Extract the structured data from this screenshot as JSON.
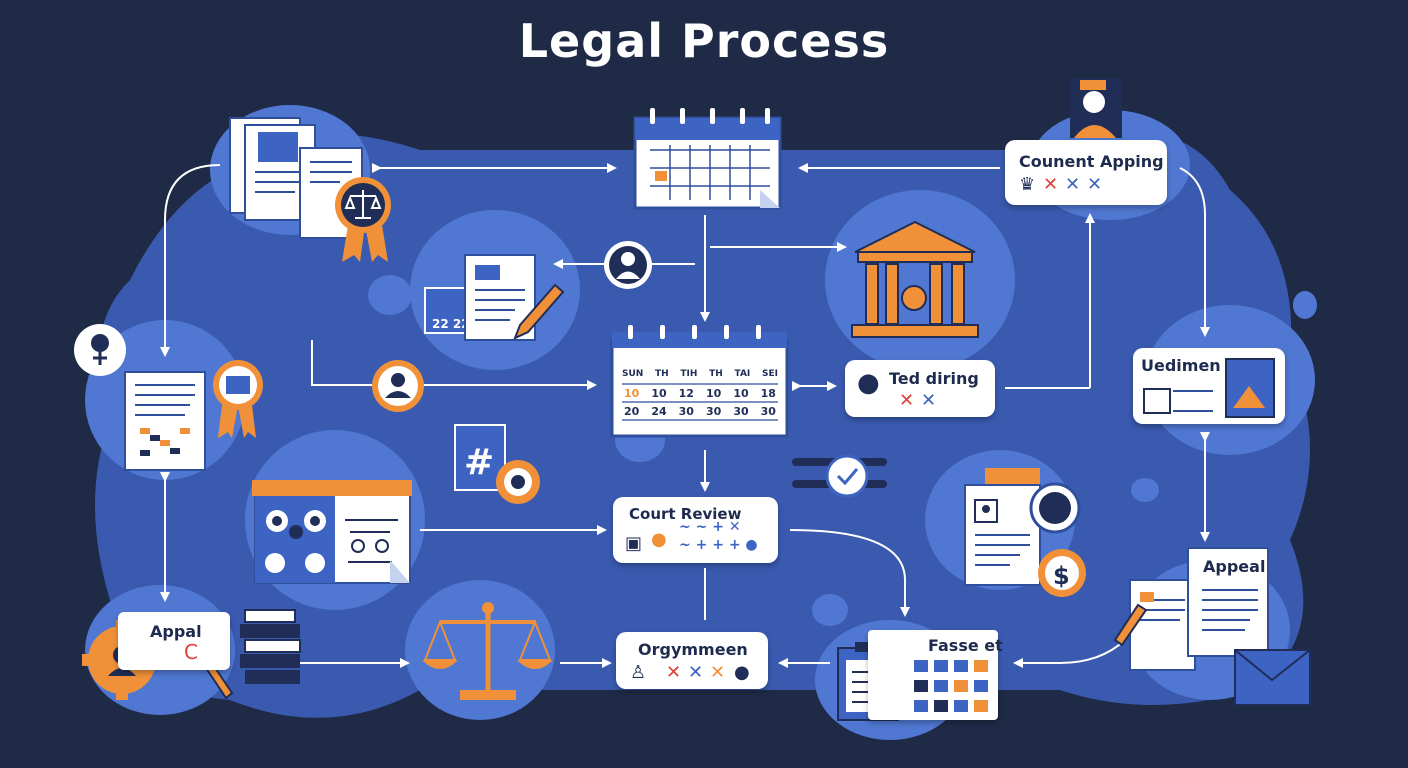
{
  "title": "Legal Process",
  "colors": {
    "background": "#1f2a47",
    "panel": "#3a5ab0",
    "blob": "#5078d2",
    "orange": "#f0913a",
    "navy": "#1f2d57",
    "red": "#e0413a"
  },
  "nodes": {
    "counent_apping": {
      "label": "Counent Apping"
    },
    "ted_diring": {
      "label": "Ted diring"
    },
    "uedimen": {
      "label": "Uedimen"
    },
    "court_review": {
      "label": "Court Review"
    },
    "orgymmeen": {
      "label": "Orgymmeen"
    },
    "fasse_et": {
      "label": "Fasse et"
    },
    "appeal": {
      "label": "Appeal"
    },
    "appal": {
      "label": "Appal",
      "mark": "C"
    }
  },
  "calendar": {
    "days": [
      "SUN",
      "TH",
      "TIH",
      "TH",
      "TAI",
      "SEI"
    ],
    "row1": [
      "10",
      "10",
      "12",
      "10",
      "10",
      "18"
    ],
    "row2": [
      "20",
      "24",
      "30",
      "30",
      "30",
      "30"
    ]
  },
  "icons": [
    "calendar-icon",
    "documents-icon",
    "award-ribbon-icon",
    "courthouse-icon",
    "scales-icon",
    "gavel-icon",
    "pen-icon",
    "user-avatar-icon",
    "location-pin-icon",
    "checklist-icon",
    "clipboard-icon",
    "dollar-gear-icon",
    "envelope-icon",
    "books-icon",
    "check-clock-icon",
    "hashtag-icon"
  ]
}
